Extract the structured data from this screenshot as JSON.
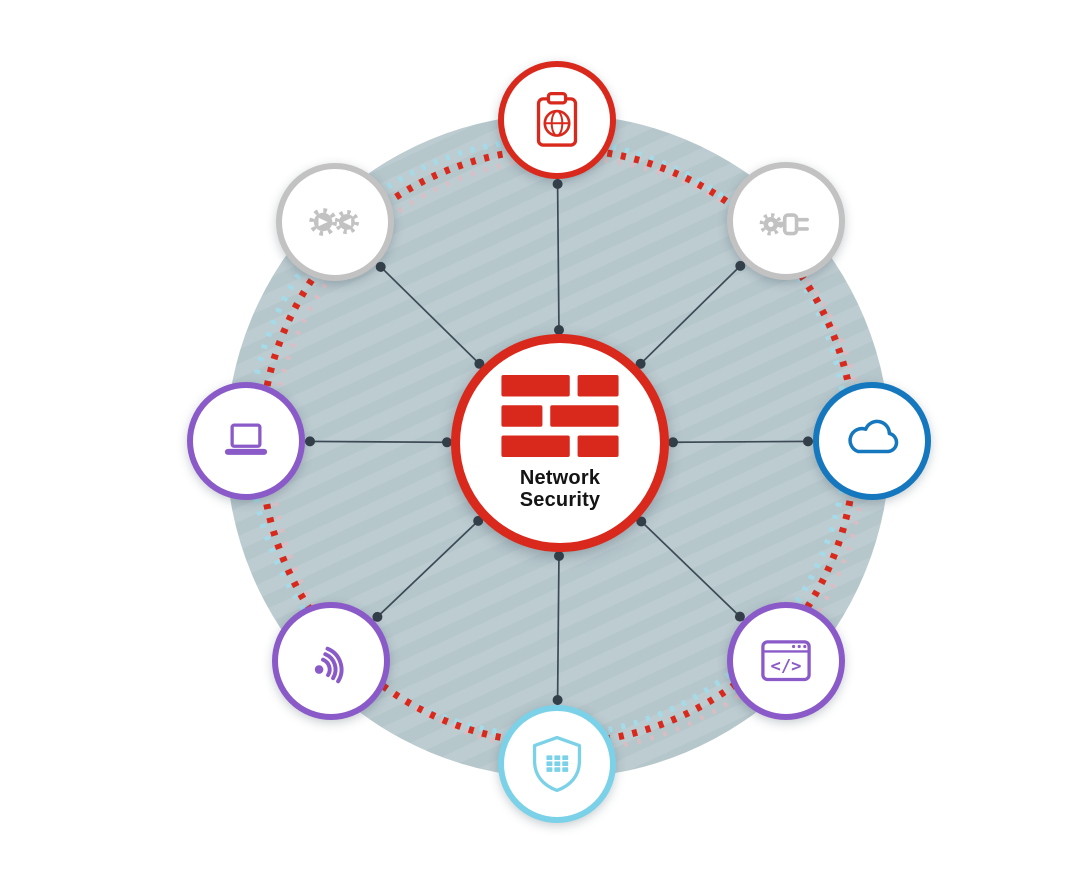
{
  "diagram": {
    "center_node": {
      "label": "Network Security",
      "icon": "firewall-bricks-icon",
      "ring_color": "#d9291c",
      "icon_color": "#d9291c",
      "label_color": "#141414"
    },
    "nodes": [
      {
        "position": "top",
        "icon": "clipboard-globe-icon",
        "ring_color": "#d9291c"
      },
      {
        "position": "top-right",
        "icon": "gear-plug-icon",
        "ring_color": "#c2c2c2"
      },
      {
        "position": "right",
        "icon": "cloud-icon",
        "ring_color": "#1577bd"
      },
      {
        "position": "bottom-right",
        "icon": "code-window-icon",
        "ring_color": "#8a5bc8"
      },
      {
        "position": "bottom",
        "icon": "shield-grid-icon",
        "ring_color": "#7bd2e8"
      },
      {
        "position": "bottom-left",
        "icon": "wireless-signal-icon",
        "ring_color": "#8a5bc8"
      },
      {
        "position": "left",
        "icon": "laptop-icon",
        "ring_color": "#8a5bc8"
      },
      {
        "position": "top-left",
        "icon": "gears-icon",
        "ring_color": "#c2c2c2"
      }
    ],
    "code_glyph": "</>",
    "colors": {
      "background_disc": "#b6c7cc",
      "background_stripe": "#bdccd1",
      "dotted_ring_red": "#d9291c",
      "dotted_ring_cyan": "#a5dae8",
      "dotted_ring_pink": "#e6b9c0",
      "connector_line": "#3d4a55",
      "connector_dot": "#343f49",
      "node_fill": "#ffffff"
    }
  }
}
